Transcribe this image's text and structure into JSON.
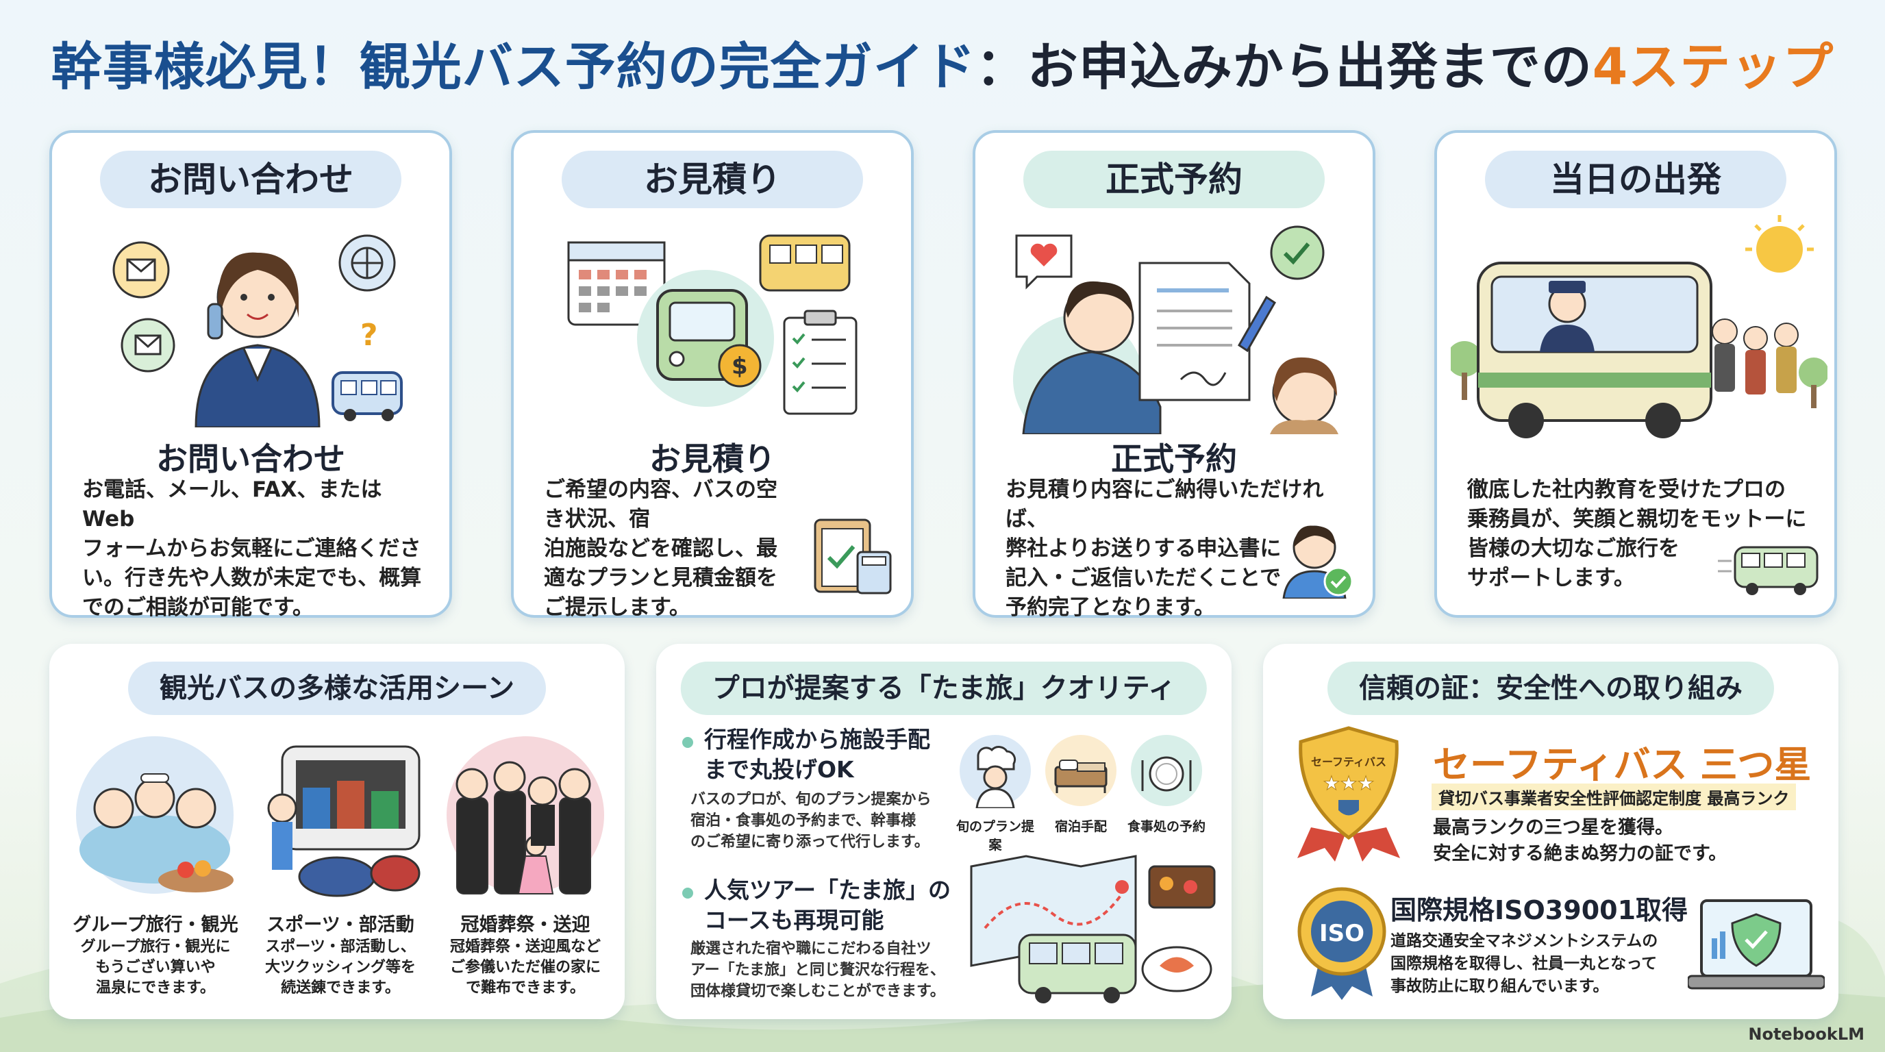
{
  "title": {
    "part1": "幹事様必見！観光バス予約の完全ガイド",
    "part2": "：お申込みから出発までの",
    "part3": "4ステップ"
  },
  "steps": [
    {
      "pill": "お問い合わせ",
      "heading": "お問い合わせ",
      "lines": [
        "お電話、メール、FAX、またはWeb",
        "フォームからお気軽にご連絡くださ",
        "い。行き先や人数が未定でも、概算",
        "でのご相談が可能です。"
      ]
    },
    {
      "pill": "お見積り",
      "heading": "お見積り",
      "lines": [
        "ご希望の内容、バスの空き状況、宿",
        "泊施設などを確認し、最",
        "適なプランと見積金額を",
        "ご提示します。"
      ]
    },
    {
      "pill": "正式予約",
      "heading": "正式予約",
      "lines": [
        "お見積り内容にご納得いただければ、",
        "弊社よりお送りする申込書に",
        "記入・ご返信いただくことで",
        "予約完了となります。"
      ]
    },
    {
      "pill": "当日の出発",
      "heading": "",
      "lines": [
        "徹底した社内教育を受けたプロの",
        "乗務員が、笑顔と親切をモットーに",
        "皆様の大切なご旅行を",
        "サポートします。"
      ]
    }
  ],
  "scenes": {
    "pill": "観光バスの多様な活用シーン",
    "items": [
      {
        "caption": "グループ旅行・観光",
        "desc": [
          "グループ旅行・観光に",
          "もうござい算いや",
          "温泉にできます。"
        ]
      },
      {
        "caption": "スポーツ・部活動",
        "desc": [
          "スポーツ・部活動し、",
          "大ツクッシィング等を",
          "続送錬できます。"
        ]
      },
      {
        "caption": "冠婚葬祭・送迎",
        "desc": [
          "冠婚葬祭・送迎風など",
          "ご参儀いただ催の家に",
          "で難布できます。"
        ]
      }
    ]
  },
  "quality": {
    "pill": "プロが提案する「たま旅」クオリティ",
    "item1": {
      "title": [
        "行程作成から施設手配",
        "まで丸投げOK"
      ],
      "desc": [
        "バスのプロが、旬のプラン提案から",
        "宿泊・食事処の予約まで、幹事様",
        "のご希望に寄り添って代行します。"
      ]
    },
    "icons": [
      "旬のプラン提案",
      "宿泊手配",
      "食事処の予約"
    ],
    "item2": {
      "title": [
        "人気ツアー「たま旅」の",
        "コースも再現可能"
      ],
      "desc": [
        "厳選された宿や職にこだわる自社ツ",
        "アー「たま旅」と同じ贅沢な行程を、",
        "団体様貸切で楽しむことができます。"
      ]
    }
  },
  "safety": {
    "pill": "信頼の証：安全性への取り組み",
    "badge_label": "セーフティバス",
    "badge_stars": "★★★",
    "title": "セーフティバス 三つ星",
    "subtitle": "貸切バス事業者安全性評価認定制度 最高ランク",
    "desc": [
      "最高ランクの三つ星を獲得。",
      "安全に対する絶まぬ努力の証です。"
    ],
    "iso_label": "ISO",
    "iso_title": "国際規格ISO39001取得",
    "iso_desc": [
      "道路交通安全マネジメントシステムの",
      "国際規格を取得し、社員一丸となって",
      "事故防止に取り組んでいます。"
    ]
  },
  "footer": "NotebookLM",
  "colors": {
    "title_blue": "#1a4f8f",
    "title_orange": "#e87a1e",
    "card_border": "#a9cde6",
    "accent_green": "#7ccbb3"
  }
}
